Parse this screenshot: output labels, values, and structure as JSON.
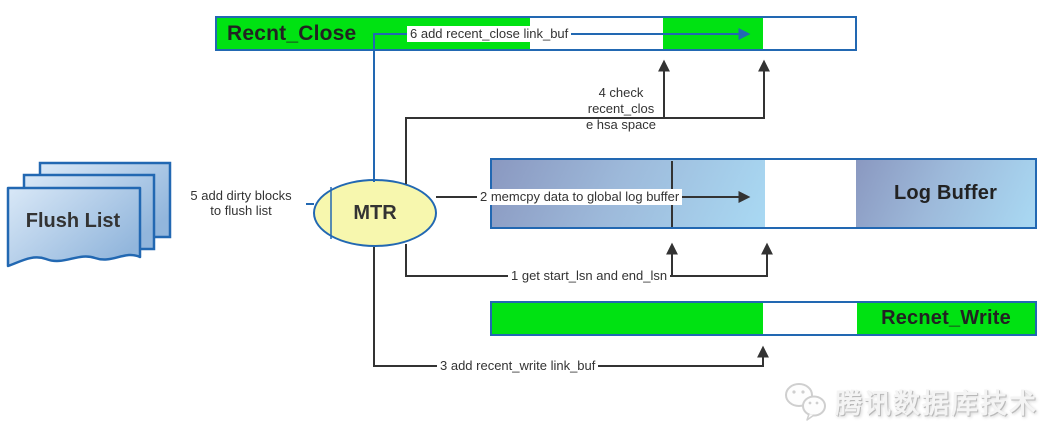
{
  "palette": {
    "green": "#00e212",
    "border_blue": "#2268b2",
    "line_black": "#333333",
    "mtr_yellow": "#f7f7ae",
    "buffer_gradient_start": "#8a98c0",
    "buffer_gradient_end": "#a9d9f3",
    "page_gradient_start": "#d9e8f7",
    "page_gradient_end": "#92b6dc",
    "text_dark": "#333333",
    "watermark_gray": "#c9c9c9"
  },
  "nodes": {
    "recnt_close": {
      "label": "Recnt_Close"
    },
    "log_buffer": {
      "label": "Log Buffer"
    },
    "recnet_write": {
      "label": "Recnet_Write"
    },
    "mtr": {
      "label": "MTR"
    },
    "flush_list": {
      "label": "Flush List"
    }
  },
  "edges": {
    "step1": {
      "label": "1 get start_lsn and end_lsn"
    },
    "step2": {
      "label": "2 memcpy data to global log buffer"
    },
    "step3": {
      "label": "3 add recent_write link_buf"
    },
    "step4": {
      "lines": [
        "4 check",
        "recent_clos",
        "e hsa space"
      ]
    },
    "step5": {
      "lines": [
        "5 add dirty blocks",
        "to flush list"
      ]
    },
    "step6": {
      "label": "6 add recent_close link_buf"
    }
  },
  "watermark": {
    "text": "腾讯数据库技术"
  }
}
